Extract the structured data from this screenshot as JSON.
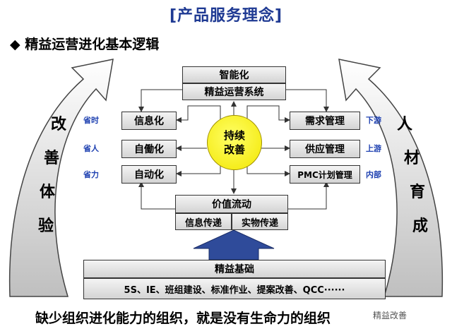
{
  "title": "[产品服务理念]",
  "subtitle": "精益运营进化基本逻辑",
  "bullet_icon": "black-diamond-bullet",
  "top": {
    "main": "智能化",
    "sub": "精益运营系统"
  },
  "left_items": [
    {
      "tag": "省时",
      "label": "信息化"
    },
    {
      "tag": "省人",
      "label": "自働化"
    },
    {
      "tag": "省力",
      "label": "自动化"
    }
  ],
  "right_items": [
    {
      "label": "需求管理",
      "tag": "下游"
    },
    {
      "label": "供应管理",
      "tag": "上游"
    },
    {
      "label": "PMC计划管理",
      "tag": "内部"
    }
  ],
  "center": {
    "line1": "持续",
    "line2": "改善"
  },
  "value_flow": {
    "main": "价值流动",
    "left": "信息传递",
    "right": "实物传递"
  },
  "foundation": {
    "main": "精益基础",
    "items": "5S、IE、班组建设、标准作业、提案改善、QCC······"
  },
  "left_arrow_text": [
    "改",
    "善",
    "体",
    "验"
  ],
  "right_arrow_text": [
    "人",
    "材",
    "育",
    "成"
  ],
  "bottom_text": "缺少组织进化能力的组织，就是没有生命力的组织",
  "watermark": "精益改善",
  "colors": {
    "title": "#1f3a93",
    "tag": "#1c3fb0",
    "center_fill": "#f7ec00",
    "up_arrow": "#2f4b9a"
  }
}
